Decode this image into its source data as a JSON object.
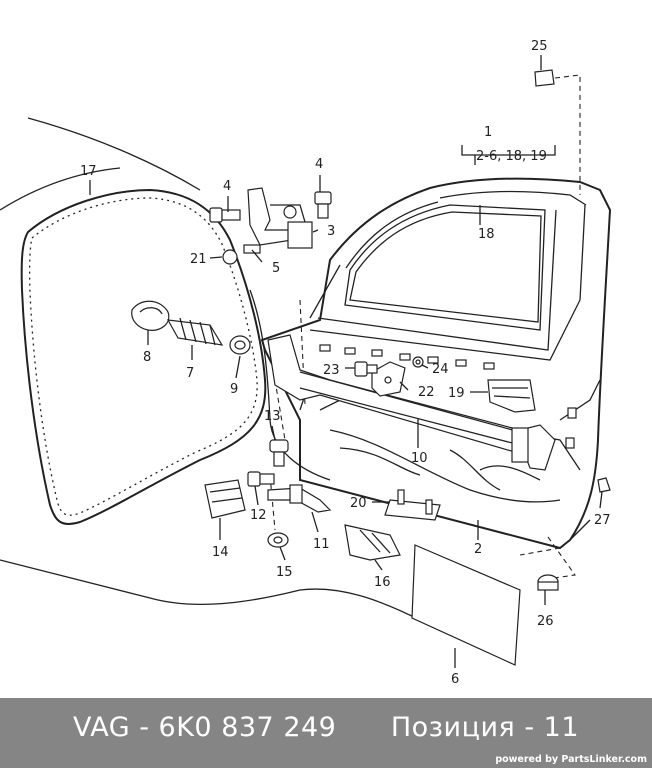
{
  "diagram": {
    "callouts": [
      {
        "id": "c1",
        "text": "1"
      },
      {
        "id": "c1sub",
        "text": "2-6, 18, 19"
      },
      {
        "id": "c2",
        "text": "2"
      },
      {
        "id": "c3",
        "text": "3"
      },
      {
        "id": "c4a",
        "text": "4"
      },
      {
        "id": "c4b",
        "text": "4"
      },
      {
        "id": "c5",
        "text": "5"
      },
      {
        "id": "c6",
        "text": "6"
      },
      {
        "id": "c7",
        "text": "7"
      },
      {
        "id": "c8",
        "text": "8"
      },
      {
        "id": "c9",
        "text": "9"
      },
      {
        "id": "c10",
        "text": "10"
      },
      {
        "id": "c11",
        "text": "11"
      },
      {
        "id": "c12",
        "text": "12"
      },
      {
        "id": "c13",
        "text": "13"
      },
      {
        "id": "c14",
        "text": "14"
      },
      {
        "id": "c15",
        "text": "15"
      },
      {
        "id": "c16",
        "text": "16"
      },
      {
        "id": "c17",
        "text": "17"
      },
      {
        "id": "c18",
        "text": "18"
      },
      {
        "id": "c19",
        "text": "19"
      },
      {
        "id": "c20",
        "text": "20"
      },
      {
        "id": "c21",
        "text": "21"
      },
      {
        "id": "c22",
        "text": "22"
      },
      {
        "id": "c23",
        "text": "23"
      },
      {
        "id": "c24",
        "text": "24"
      },
      {
        "id": "c25",
        "text": "25"
      },
      {
        "id": "c26",
        "text": "26"
      },
      {
        "id": "c27",
        "text": "27"
      }
    ]
  },
  "footer": {
    "caption": "VAG - 6K0 837 249      Позиция - 11",
    "powered": "powered by PartsLinker.com"
  },
  "colors": {
    "footer_bg": "#858585",
    "footer_text": "#ffffff"
  }
}
